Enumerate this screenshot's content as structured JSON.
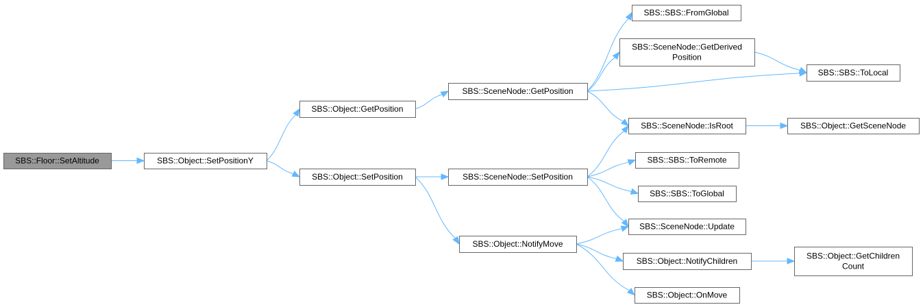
{
  "graph": {
    "edge_color": "#63b8ff",
    "root_fill": "#999999",
    "nodes": [
      {
        "id": "floor_setaltitude",
        "lines": [
          "SBS::Floor::SetAltitude"
        ],
        "root": true
      },
      {
        "id": "object_setpositiony",
        "lines": [
          "SBS::Object::SetPositionY"
        ]
      },
      {
        "id": "object_getposition",
        "lines": [
          "SBS::Object::GetPosition"
        ]
      },
      {
        "id": "object_setposition",
        "lines": [
          "SBS::Object::SetPosition"
        ]
      },
      {
        "id": "scenenode_getposition",
        "lines": [
          "SBS::SceneNode::GetPosition"
        ]
      },
      {
        "id": "scenenode_setposition",
        "lines": [
          "SBS::SceneNode::SetPosition"
        ]
      },
      {
        "id": "object_notifymove",
        "lines": [
          "SBS::Object::NotifyMove"
        ]
      },
      {
        "id": "sbs_fromglobal",
        "lines": [
          "SBS::SBS::FromGlobal"
        ]
      },
      {
        "id": "scenenode_getderivedposition",
        "lines": [
          "SBS::SceneNode::GetDerived",
          "Position"
        ]
      },
      {
        "id": "sbs_tolocal",
        "lines": [
          "SBS::SBS::ToLocal"
        ]
      },
      {
        "id": "scenenode_isroot",
        "lines": [
          "SBS::SceneNode::IsRoot"
        ]
      },
      {
        "id": "object_getscenenode",
        "lines": [
          "SBS::Object::GetSceneNode"
        ]
      },
      {
        "id": "sbs_toremote",
        "lines": [
          "SBS::SBS::ToRemote"
        ]
      },
      {
        "id": "sbs_toglobal",
        "lines": [
          "SBS::SBS::ToGlobal"
        ]
      },
      {
        "id": "scenenode_update",
        "lines": [
          "SBS::SceneNode::Update"
        ]
      },
      {
        "id": "object_notifychildren",
        "lines": [
          "SBS::Object::NotifyChildren"
        ]
      },
      {
        "id": "object_getchildrencount",
        "lines": [
          "SBS::Object::GetChildren",
          "Count"
        ]
      },
      {
        "id": "object_onmove",
        "lines": [
          "SBS::Object::OnMove"
        ]
      }
    ],
    "edges": [
      [
        "floor_setaltitude",
        "object_setpositiony"
      ],
      [
        "object_setpositiony",
        "object_getposition"
      ],
      [
        "object_setpositiony",
        "object_setposition"
      ],
      [
        "object_getposition",
        "scenenode_getposition"
      ],
      [
        "object_setposition",
        "scenenode_setposition"
      ],
      [
        "object_setposition",
        "object_notifymove"
      ],
      [
        "scenenode_getposition",
        "sbs_fromglobal"
      ],
      [
        "scenenode_getposition",
        "scenenode_getderivedposition"
      ],
      [
        "scenenode_getposition",
        "sbs_tolocal"
      ],
      [
        "scenenode_getposition",
        "scenenode_isroot"
      ],
      [
        "scenenode_getderivedposition",
        "sbs_tolocal"
      ],
      [
        "scenenode_isroot",
        "object_getscenenode"
      ],
      [
        "scenenode_setposition",
        "scenenode_isroot"
      ],
      [
        "scenenode_setposition",
        "sbs_toremote"
      ],
      [
        "scenenode_setposition",
        "sbs_toglobal"
      ],
      [
        "scenenode_setposition",
        "scenenode_update"
      ],
      [
        "object_notifymove",
        "scenenode_update"
      ],
      [
        "object_notifymove",
        "object_notifychildren"
      ],
      [
        "object_notifymove",
        "object_onmove"
      ],
      [
        "object_notifychildren",
        "object_getchildrencount"
      ]
    ]
  }
}
